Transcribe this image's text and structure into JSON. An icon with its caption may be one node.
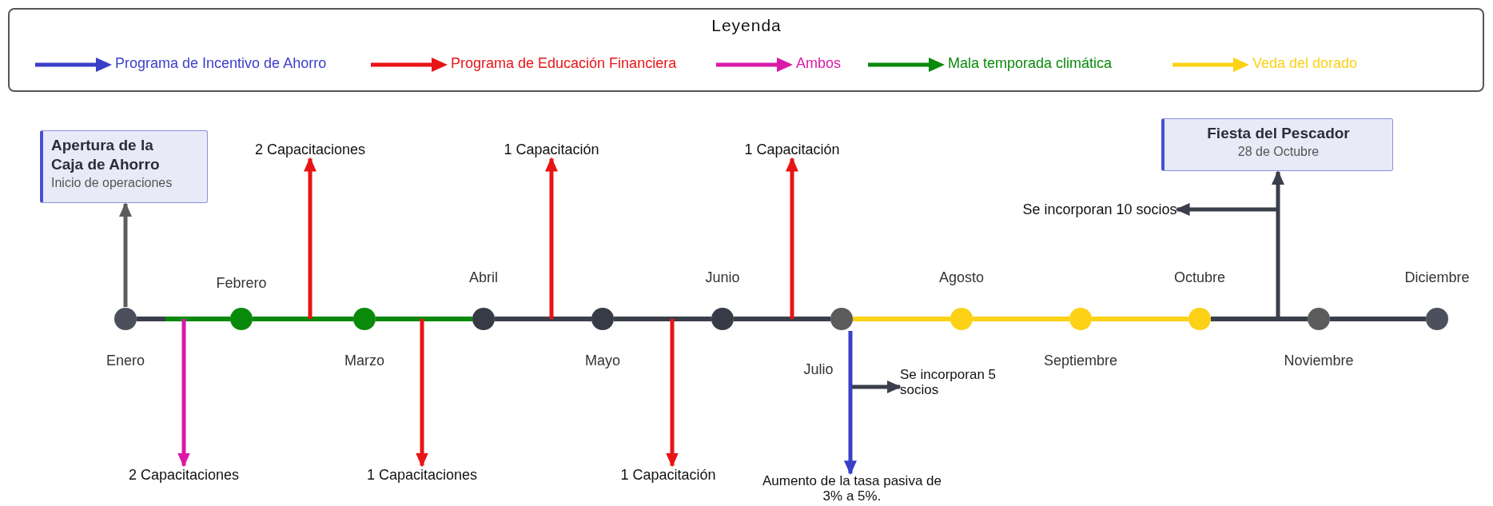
{
  "diagram": {
    "nodes": [
      {
        "text": [
          "Apertura de la Caja de Ahorro",
          "Inicio de operaciones"
        ]
      },
      {
        "text": [
          "2 Capacitaciones"
        ]
      },
      {
        "text": [
          "1 Capacitación"
        ]
      },
      {
        "text": [
          "1 Capacitación"
        ]
      },
      {
        "text": [
          "Fiesta del Pescador",
          "28 de Octubre"
        ]
      },
      {
        "text": [
          "Se incorporan 10 socios"
        ]
      },
      {
        "text": [],
        "shape": "circle",
        "beside": [
          "Enero"
        ]
      },
      {
        "text": [],
        "shape": "circle",
        "beside": [
          "Febrero"
        ]
      },
      {
        "text": [],
        "shape": "circle",
        "beside": [
          "Marzo"
        ]
      },
      {
        "text": [],
        "shape": "circle",
        "beside": [
          "Abril"
        ]
      },
      {
        "text": [],
        "shape": "circle",
        "beside": [
          "Mayo"
        ]
      },
      {
        "text": [],
        "shape": "circle",
        "beside": [
          "Junio"
        ]
      },
      {
        "text": [],
        "shape": "circle",
        "beside": [
          "Julio"
        ]
      },
      {
        "text": [],
        "shape": "circle",
        "beside": [
          "Agosto"
        ]
      },
      {
        "text": [],
        "shape": "circle",
        "beside": [
          "Septiembre"
        ]
      },
      {
        "text": [],
        "shape": "circle",
        "beside": [
          "Octubre"
        ]
      },
      {
        "text": [],
        "shape": "circle",
        "beside": [
          "Noviembre"
        ]
      },
      {
        "text": [],
        "shape": "circle",
        "beside": [
          "Diciembre"
        ]
      },
      {
        "text": [
          "2 Capacitaciones"
        ]
      },
      {
        "text": [
          "1 Capacitaciones"
        ]
      },
      {
        "text": [
          "1 Capacitación"
        ]
      },
      {
        "text": [
          "Se incorporan 5 socios"
        ]
      },
      {
        "text": [
          "Aumento de la tasa pasiva de 3% a 5%."
        ]
      }
    ],
    "edges": [
      {
        "from": 6,
        "to": 7,
        "arrow": "none",
        "color": "#0a8a0a"
      },
      {
        "from": 7,
        "to": 8,
        "arrow": "none",
        "color": "#0a8a0a"
      },
      {
        "from": 8,
        "to": 9,
        "arrow": "none",
        "color": "#0a8a0a"
      },
      {
        "from": 9,
        "to": 10,
        "arrow": "none"
      },
      {
        "from": 10,
        "to": 11,
        "arrow": "none"
      },
      {
        "from": 11,
        "to": 12,
        "arrow": "none"
      },
      {
        "from": 12,
        "to": 13,
        "arrow": "none",
        "color": "#fcd116"
      },
      {
        "from": 13,
        "to": 14,
        "arrow": "none",
        "color": "#fcd116"
      },
      {
        "from": 14,
        "to": 15,
        "arrow": "none",
        "color": "#fcd116"
      },
      {
        "from": 15,
        "to": 16,
        "arrow": "none"
      },
      {
        "from": 16,
        "to": 17,
        "arrow": "none"
      },
      {
        "from": 6,
        "to": 0,
        "arrow": "to",
        "color": "#5c5c5c"
      },
      {
        "from": null,
        "to": 1,
        "arrow": "to",
        "color": "#e81416"
      },
      {
        "from": null,
        "to": 2,
        "arrow": "to",
        "color": "#e81416"
      },
      {
        "from": null,
        "to": 3,
        "arrow": "to",
        "color": "#e81416"
      },
      {
        "from": null,
        "to": 4,
        "arrow": "to"
      },
      {
        "from": null,
        "to": 5,
        "arrow": "to"
      },
      {
        "from": null,
        "to": 18,
        "arrow": "to",
        "color": "#d91aa8"
      },
      {
        "from": null,
        "to": 19,
        "arrow": "to",
        "color": "#e81416"
      },
      {
        "from": null,
        "to": 20,
        "arrow": "to",
        "color": "#e81416"
      },
      {
        "from": 12,
        "to": 22,
        "arrow": "to",
        "color": "#3a3fc8"
      },
      {
        "from": null,
        "to": 21,
        "arrow": "to"
      }
    ],
    "labels": [
      "Leyenda"
    ],
    "legend": [
      {
        "text": "Programa de Incentivo de Ahorro",
        "color": "#3a3fc8"
      },
      {
        "text": "Programa de Educación Financiera",
        "color": "#e81416"
      },
      {
        "text": "Ambos",
        "color": "#d91aa8"
      },
      {
        "text": "Mala temporada climática",
        "color": "#0a8a0a"
      },
      {
        "text": "Veda del dorado",
        "color": "#fcd116"
      }
    ]
  }
}
